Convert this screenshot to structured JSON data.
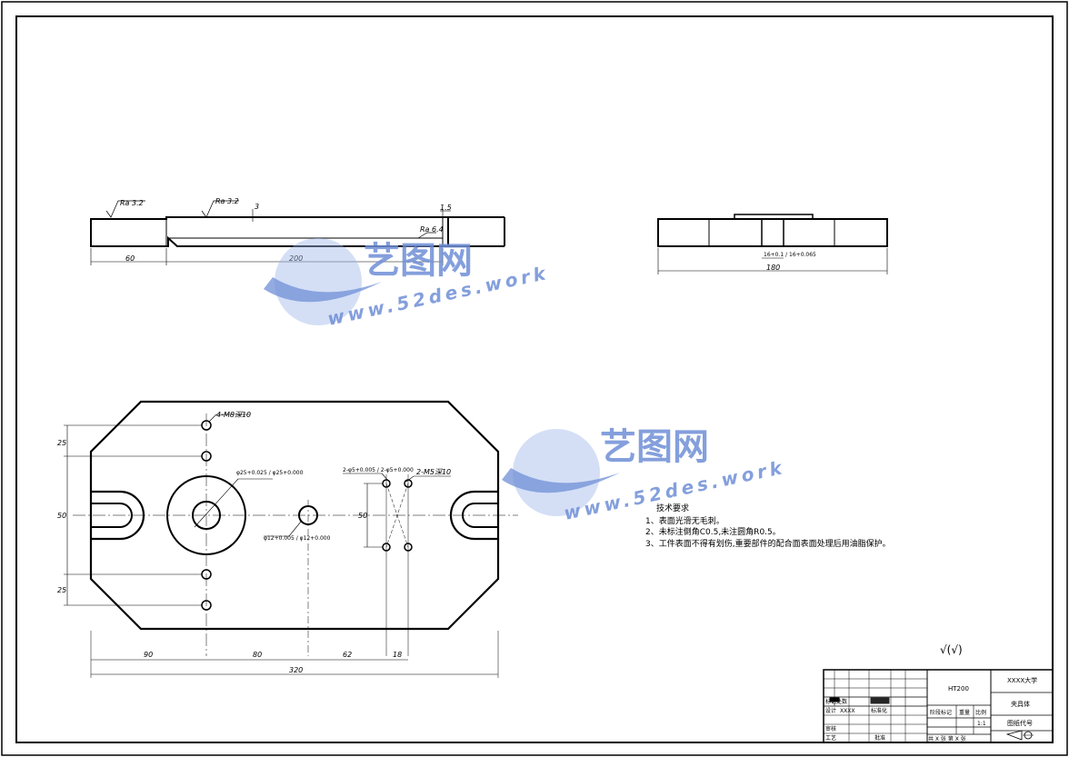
{
  "drawing": {
    "side_view": {
      "roughness_1": "Ra 3.2",
      "roughness_2": "Ra 3.2",
      "dim_3": "3",
      "dim_1_5": "1.5",
      "roughness_3": "Ra 6.4",
      "dim_60": "60",
      "dim_200": "200"
    },
    "end_view": {
      "tol_label": "16+0.1 / 16+0.065",
      "dim_180": "180"
    },
    "plan_view": {
      "hole_note_1": "4-M8深10",
      "bore_note": "φ25+0.025 / φ25+0.000",
      "small_hole_note": "φ12+0.005 / φ12+0.000",
      "pin_note": "2-φ5+0.005 / 2-φ5+0.000",
      "tap_note": "2-M5深10",
      "dim_25_top": "25",
      "dim_50": "50",
      "dim_25_bottom": "25",
      "dim_50_inner": "50",
      "dim_90": "90",
      "dim_80": "80",
      "dim_62": "62",
      "dim_18": "18",
      "dim_320": "320"
    },
    "notes": {
      "title": "技术要求",
      "line1": "1、表面光滑无毛刺。",
      "line2": "2、未标注倒角C0.5,未注圆角R0.5。",
      "line3": "3、工件表面不得有划伤,重要部件的配合面表面处理后用油脂保护。"
    },
    "surface_symbol": "√(√)"
  },
  "title_block": {
    "material": "HT200",
    "school": "XXXX大学",
    "part_name": "夹具体",
    "drawing_no": "图纸代号",
    "scale_label": "比例",
    "weight_label": "重量",
    "stage_label": "阶段标记",
    "scale_value": "1:1",
    "sheet_info": "共 X 张    第 X 张",
    "row_labels": {
      "mark": "标记",
      "count": "处数",
      "design": "设计",
      "design_name": "XXXX",
      "standard": "标准化",
      "review": "审核",
      "process": "工艺",
      "approve": "批准"
    }
  },
  "watermark": {
    "brand": "艺图网",
    "url": "www.52des.work"
  },
  "colors": {
    "line": "#000000",
    "watermark": "#6f8fd6"
  }
}
